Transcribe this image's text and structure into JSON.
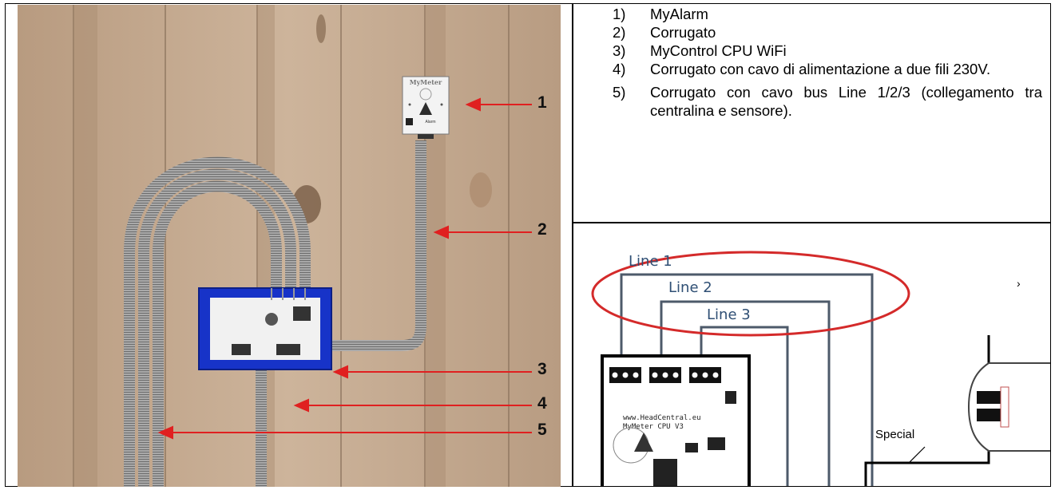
{
  "callouts": [
    "1",
    "2",
    "3",
    "4",
    "5"
  ],
  "photo_text": {
    "device_brand": "MyMeter",
    "alarm_label": "Alarm"
  },
  "list": [
    {
      "num": "1)",
      "text": "MyAlarm"
    },
    {
      "num": "2)",
      "text": "Corrugato"
    },
    {
      "num": "3)",
      "text": "MyControl CPU WiFi"
    },
    {
      "num": "4)",
      "text": "Corrugato con cavo di alimentazione a due fili 230V."
    },
    {
      "num": "5)",
      "text": "Corrugato con cavo bus Line 1/2/3 (collegamento tra centralina e sensore)."
    }
  ],
  "diagram": {
    "lines": [
      "Line 1",
      "Line 2",
      "Line 3"
    ],
    "special": "Special",
    "pcb_text_1": "www.HeadCentral.eu",
    "pcb_text_2": "MyMeter CPU V3"
  },
  "colors": {
    "arrow": "#e02020",
    "cpu_box": "#1733c8",
    "wire": "#4d5a6a",
    "ellipse": "#d42a2a",
    "wood": "#c7ad92"
  }
}
